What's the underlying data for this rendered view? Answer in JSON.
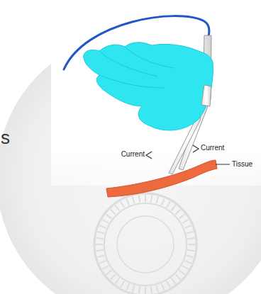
{
  "diagram": {
    "labels": [
      "s",
      "Current",
      "Current",
      "Tissue"
    ]
  }
}
